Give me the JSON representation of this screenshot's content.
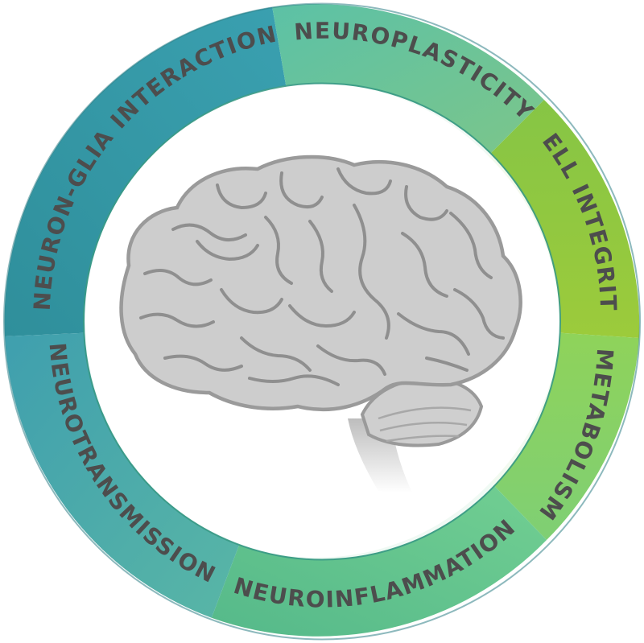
{
  "center_image": {
    "icon": "brain-icon"
  },
  "segments": [
    {
      "id": "neuron-glia-interaction",
      "label": "NEURON-GLIA INTERACTION",
      "color_start": "#2f8f9b",
      "color_end": "#3aa0b0"
    },
    {
      "id": "neuroplasticity",
      "label": "NEUROPLASTICITY",
      "color_start": "#5cc1a6",
      "color_end": "#7cc68a"
    },
    {
      "id": "cell-integrity",
      "label": "CELL INTEGRITY",
      "color_start": "#86c545",
      "color_end": "#9ccb3b"
    },
    {
      "id": "metabolism",
      "label": "METABOLISM",
      "color_start": "#8fd35a",
      "color_end": "#7fcf74"
    },
    {
      "id": "neuroinflammation",
      "label": "NEUROINFLAMMATION",
      "color_start": "#55b98a",
      "color_end": "#72cf92"
    },
    {
      "id": "neurotransmission",
      "label": "NEUROTRANSMISSION",
      "color_start": "#3f9fae",
      "color_end": "#59b6a6"
    }
  ],
  "colors": {
    "text": "#4d4d4d",
    "ring_border": "#2f7f86",
    "brain_fill": "#cccccc",
    "brain_stroke": "#9a9a9a"
  }
}
